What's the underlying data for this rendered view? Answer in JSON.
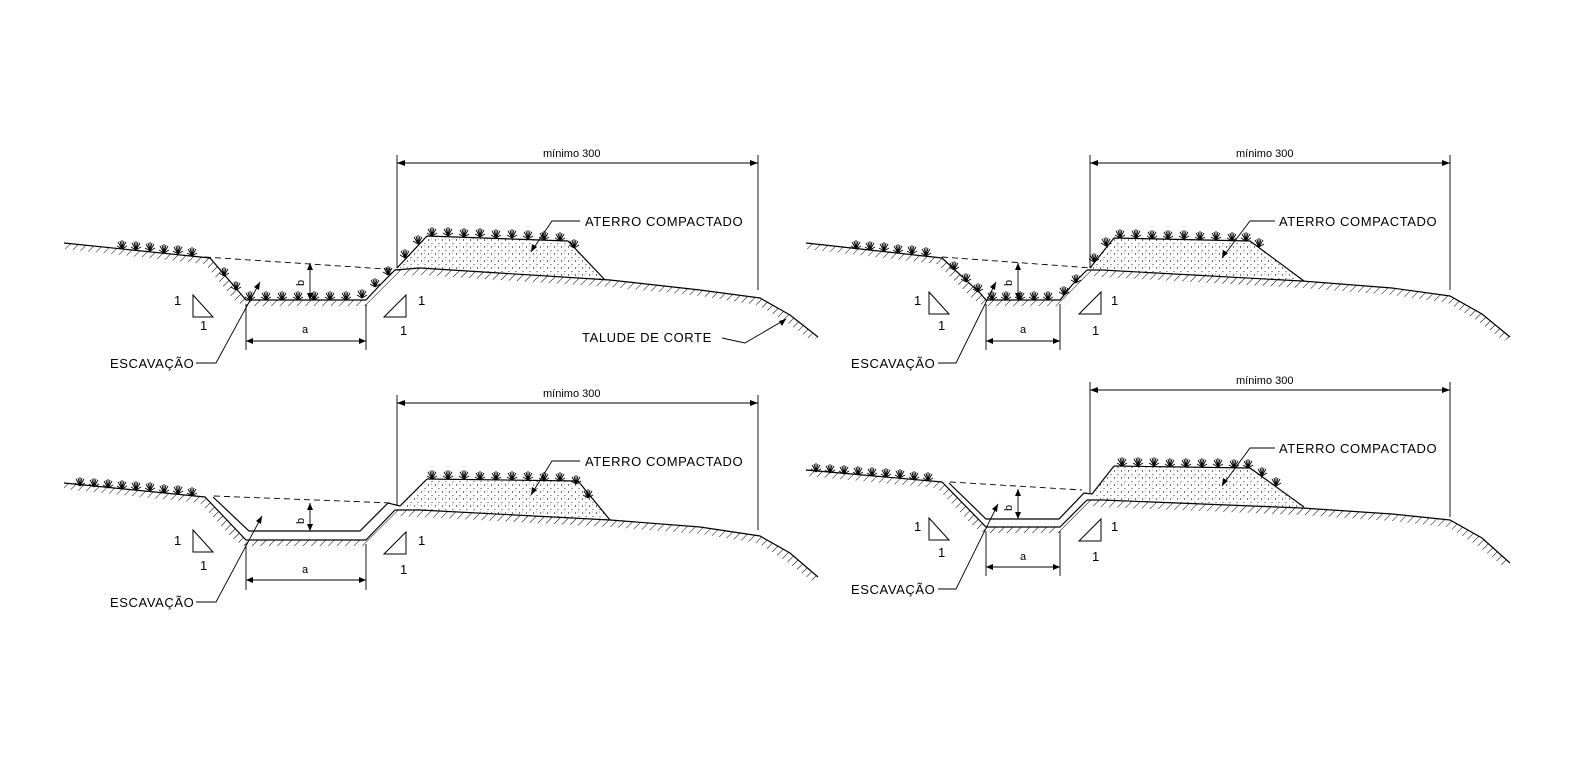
{
  "labels": {
    "minimum": "mínimo 300",
    "fill": "ATERRO COMPACTADO",
    "excavation": "ESCAVAÇÃO",
    "cut_slope": "TALUDE DE CORTE",
    "dim_a": "a",
    "dim_b": "b",
    "slope_one": "1"
  },
  "colors": {
    "line": "#000000",
    "background": "#ffffff"
  }
}
